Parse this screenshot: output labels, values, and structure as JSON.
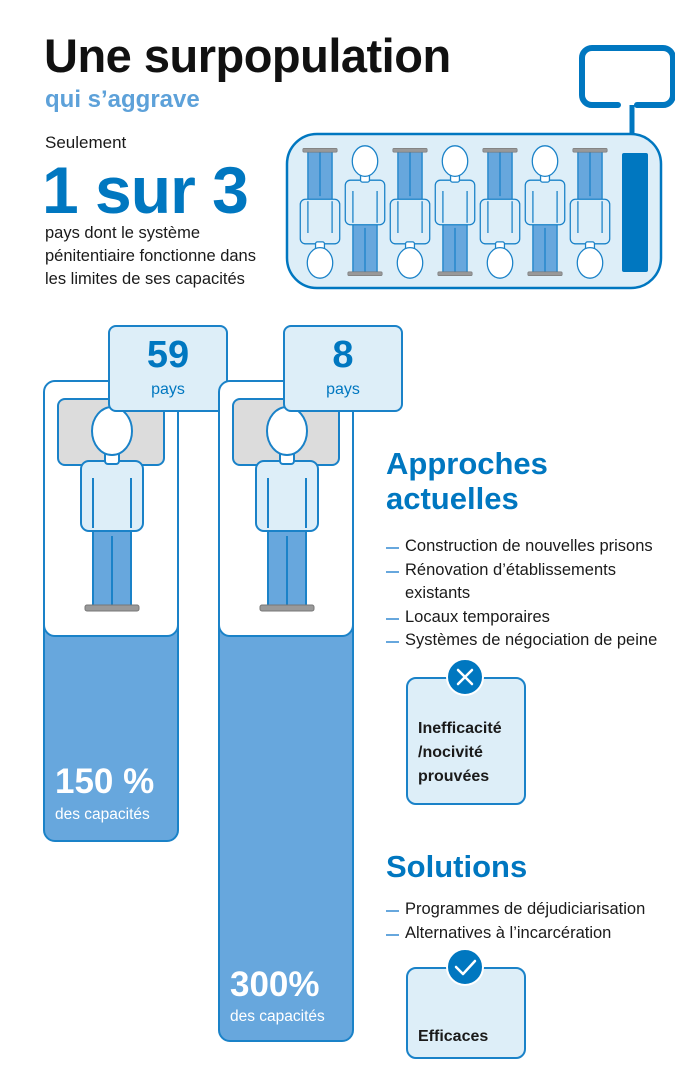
{
  "header": {
    "title": "Une surpopulation",
    "subtitle": "qui s’aggrave"
  },
  "stat": {
    "intro": "Seulement",
    "value": "1 sur 3",
    "description": "pays dont le système pénitentiaire fonctionne dans les limites de ses capacités"
  },
  "columns": [
    {
      "count": "59",
      "unit": "pays",
      "percent": "150 %",
      "caption": "des capacités",
      "capacity_percent": 150
    },
    {
      "count": "8",
      "unit": "pays",
      "percent": "300%",
      "caption": "des capacités",
      "capacity_percent": 300
    }
  ],
  "approaches": {
    "title": "Approches actuelles",
    "items": [
      "Construction de nouvelles prisons",
      "Rénovation d’établissements existants",
      "Locaux temporaires",
      "Systèmes de négociation de peine"
    ],
    "verdict": "Inefficacité /nocivité prouvées",
    "verdict_icon": "x-icon"
  },
  "solutions": {
    "title": "Solutions",
    "items": [
      "Programmes de déjudiciarisation",
      "Alternatives à l’incarcération"
    ],
    "verdict": "Efficaces",
    "verdict_icon": "check-icon"
  },
  "colors": {
    "dark_blue": "#0077c0",
    "mid_blue": "#67a7dd",
    "light_blue": "#ddeef8",
    "subtitle": "#5da1d9"
  }
}
